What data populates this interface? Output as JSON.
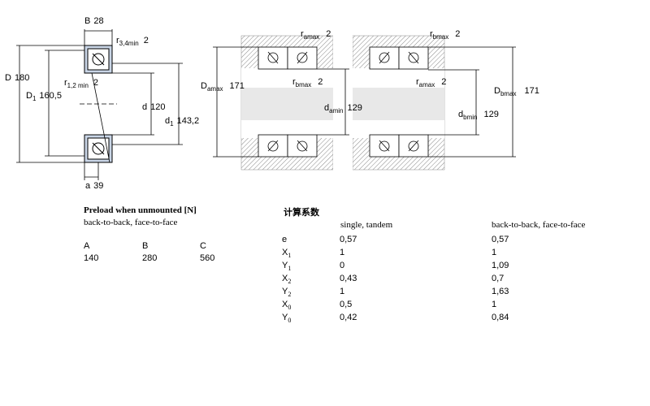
{
  "drawing": {
    "B": "B",
    "B_val": "28",
    "r34": "r",
    "r34_sub": "3,4min",
    "r34_val": "2",
    "r12": "r",
    "r12_sub": "1,2 min",
    "r12_val": "2",
    "D": "D",
    "D_val": "180",
    "D1": "D",
    "D1_sub": "1",
    "D1_val": "160,5",
    "d": "d",
    "d_val": "120",
    "d1": "d",
    "d1_sub": "1",
    "d1_val": "143,2",
    "a": "a",
    "a_val": "39",
    "ramax_top": "r",
    "ramax_top_sub": "amax",
    "ramax_top_val": "2",
    "rbmax_top": "r",
    "rbmax_top_sub": "bmax",
    "rbmax_top_val": "2",
    "Damax": "D",
    "Damax_sub": "amax",
    "Damax_val": "171",
    "rbmax_mid": "r",
    "rbmax_mid_sub": "bmax",
    "rbmax_mid_val": "2",
    "damin": "d",
    "damin_sub": "amin",
    "damin_val": "129",
    "ramax_mid": "r",
    "ramax_mid_sub": "amax",
    "ramax_mid_val": "2",
    "dbmin": "d",
    "dbmin_sub": "bmin",
    "dbmin_val": "129",
    "Dbmax": "D",
    "Dbmax_sub": "bmax",
    "Dbmax_val": "171"
  },
  "preload": {
    "title": "Preload when unmounted [N]",
    "subtitle": "back-to-back, face-to-face",
    "headers": [
      "A",
      "B",
      "C"
    ],
    "values": [
      "140",
      "280",
      "560"
    ]
  },
  "factors": {
    "title": "计算系数",
    "col1": "single, tandem",
    "col2": "back-to-back, face-to-face",
    "rows": [
      {
        "sym": "e",
        "sub": "",
        "v1": "0,57",
        "v2": "0,57"
      },
      {
        "sym": "X",
        "sub": "1",
        "v1": "1",
        "v2": "1"
      },
      {
        "sym": "Y",
        "sub": "1",
        "v1": "0",
        "v2": "1,09"
      },
      {
        "sym": "X",
        "sub": "2",
        "v1": "0,43",
        "v2": "0,7"
      },
      {
        "sym": "Y",
        "sub": "2",
        "v1": "1",
        "v2": "1,63"
      },
      {
        "sym": "X",
        "sub": "0",
        "v1": "0,5",
        "v2": "1"
      },
      {
        "sym": "Y",
        "sub": "0",
        "v1": "0,42",
        "v2": "0,84"
      }
    ]
  }
}
